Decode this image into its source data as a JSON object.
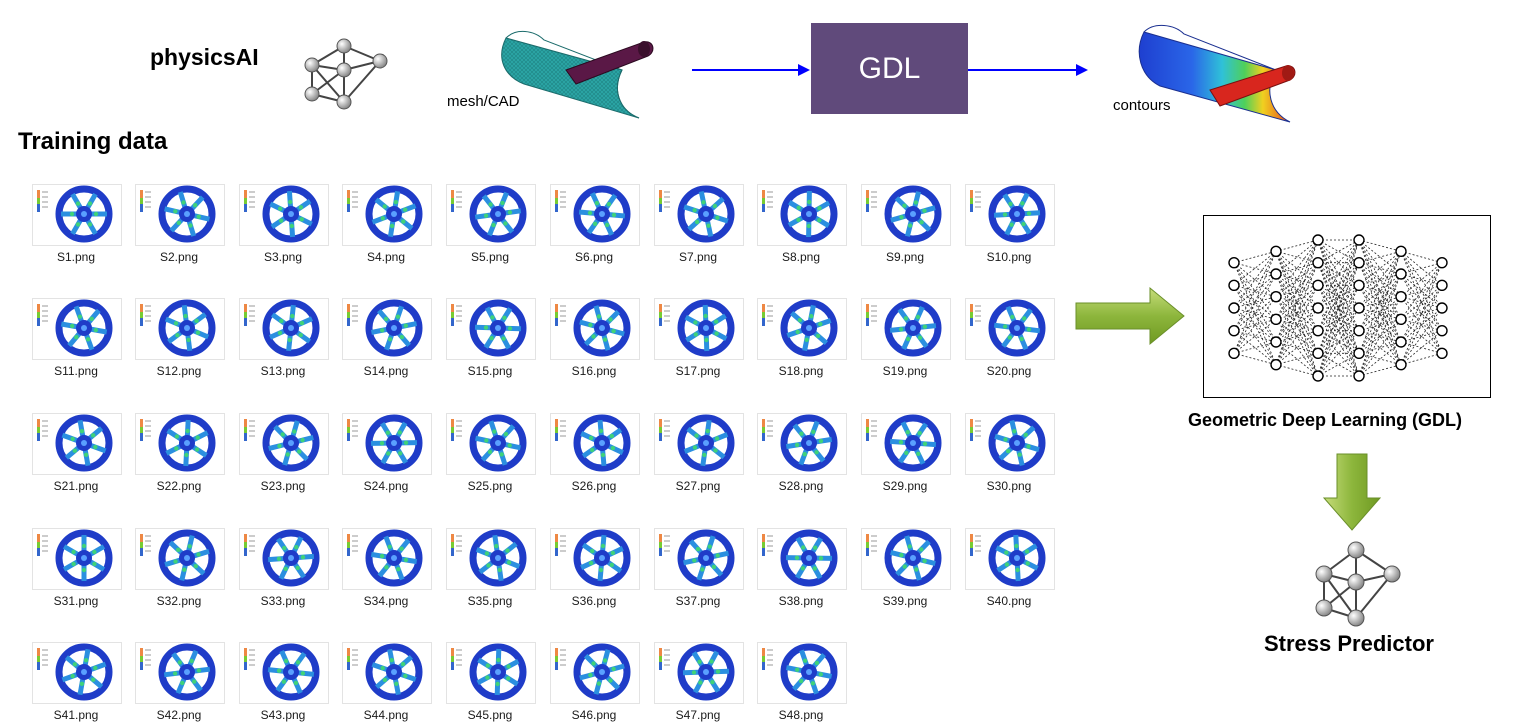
{
  "header": {
    "brand": "physicsAI",
    "mesh_label": "mesh/CAD",
    "gdl_box_label": "GDL",
    "contours_label": "contours"
  },
  "training": {
    "title": "Training data",
    "files": [
      "S1.png",
      "S2.png",
      "S3.png",
      "S4.png",
      "S5.png",
      "S6.png",
      "S7.png",
      "S8.png",
      "S9.png",
      "S10.png",
      "S11.png",
      "S12.png",
      "S13.png",
      "S14.png",
      "S15.png",
      "S16.png",
      "S17.png",
      "S18.png",
      "S19.png",
      "S20.png",
      "S21.png",
      "S22.png",
      "S23.png",
      "S24.png",
      "S25.png",
      "S26.png",
      "S27.png",
      "S28.png",
      "S29.png",
      "S30.png",
      "S31.png",
      "S32.png",
      "S33.png",
      "S34.png",
      "S35.png",
      "S36.png",
      "S37.png",
      "S38.png",
      "S39.png",
      "S40.png",
      "S41.png",
      "S42.png",
      "S43.png",
      "S44.png",
      "S45.png",
      "S46.png",
      "S47.png",
      "S48.png"
    ]
  },
  "model": {
    "gdl_caption": "Geometric Deep Learning (GDL)",
    "stress_caption": "Stress Predictor",
    "layer_sizes": [
      5,
      6,
      7,
      7,
      6,
      5
    ]
  },
  "colors": {
    "gdl_box": "#604a7b",
    "flow_arrow": "#0000ff",
    "green_arrow": "#8db63c",
    "wheel_blue": "#1f3cc8",
    "mesh_teal": "#2f9e9e",
    "pipe_purple": "#5a1846"
  },
  "icons": [
    "molecule-graph-icon",
    "mesh-cad-icon",
    "contour-plot-icon",
    "neural-network-icon",
    "stress-predictor-icon"
  ]
}
